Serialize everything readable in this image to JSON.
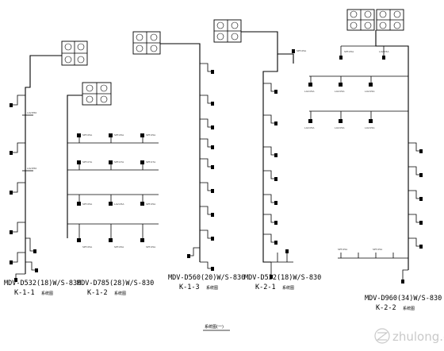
{
  "drawing_title": "系统图(一)",
  "watermark": {
    "text": "zhulong.com"
  },
  "systems": [
    {
      "model": "MDV-D532(18)W/S-830",
      "code": "K-1-1",
      "sub": "系统图"
    },
    {
      "model": "MDV-D785(28)W/S-830",
      "code": "K-1-2",
      "sub": "系统图"
    },
    {
      "model": "MDV-D560(20)W/S-830",
      "code": "K-1-3",
      "sub": "系统图"
    },
    {
      "model": "MDV-D532(18)W/S-830",
      "code": "K-2-1",
      "sub": "系统图"
    },
    {
      "model": "MDV-D960(34)W/S-830",
      "code": "K-2-2",
      "sub": "系统图"
    }
  ]
}
